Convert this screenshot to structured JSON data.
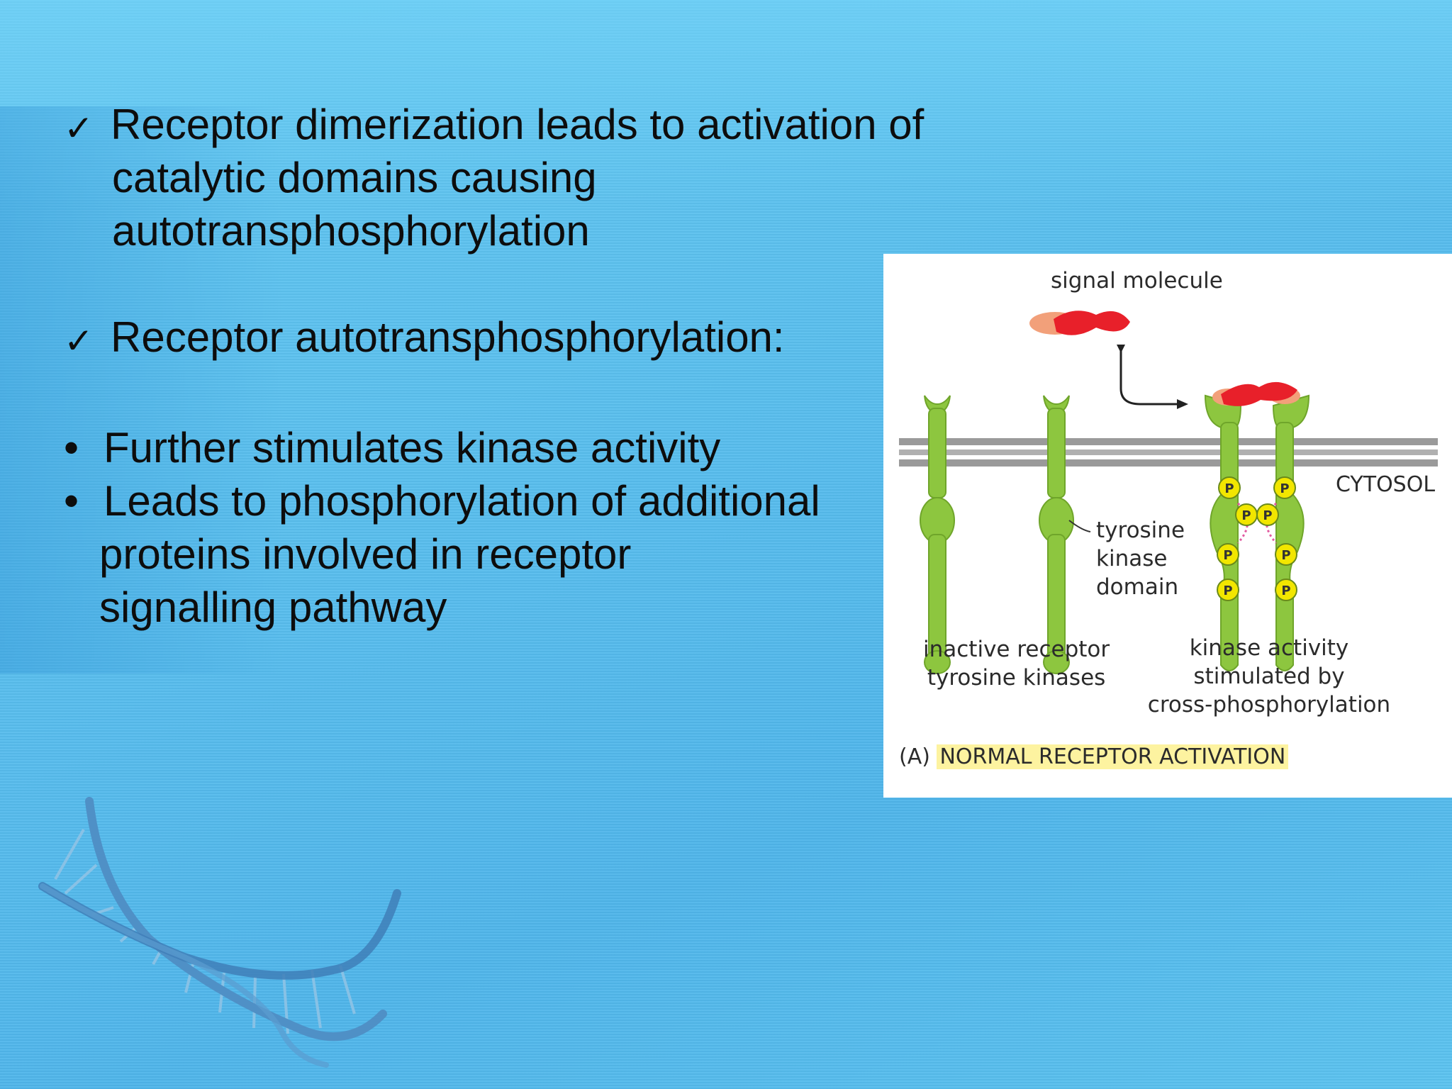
{
  "slide": {
    "checks": [
      {
        "lines": [
          "Receptor dimerization leads to activation of",
          "catalytic domains causing",
          "autotransphosphorylation"
        ]
      },
      {
        "lines": [
          "Receptor autotransphosphorylation:"
        ]
      }
    ],
    "check_symbol": "✓",
    "bullet_symbol": "•",
    "bullets": [
      {
        "lines": [
          "Further stimulates kinase activity"
        ]
      },
      {
        "lines": [
          "Leads to phosphorylation of additional",
          "proteins involved in receptor",
          "signalling pathway"
        ]
      }
    ]
  },
  "figure": {
    "signal_label": "signal molecule",
    "cytosol_label": "CYTOSOL",
    "domain_label": [
      "tyrosine",
      "kinase",
      "domain"
    ],
    "inactive_label": [
      "inactive receptor",
      "tyrosine kinases"
    ],
    "active_label": [
      "kinase activity",
      "stimulated by",
      "cross-phosphorylation"
    ],
    "phospho_letter": "P",
    "caption_prefix": "(A)",
    "caption": "NORMAL RECEPTOR ACTIVATION"
  },
  "colors": {
    "background": "#5bc0ee",
    "receptor": "#8dc63f",
    "signal_molecule": "#e8202a",
    "phosphate": "#f2e600",
    "membrane": "#9a9a9a",
    "caption_highlight": "#fdf3a0"
  }
}
